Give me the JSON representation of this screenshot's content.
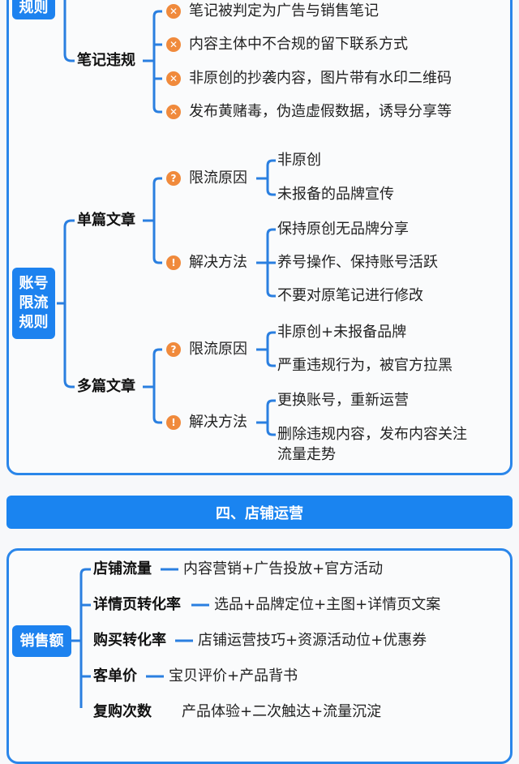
{
  "colors": {
    "accent": "#1a84f0",
    "icon": "#f08a3c"
  },
  "top_label": "规则",
  "note_violation": {
    "title": "笔记违规",
    "icon": "x-circle-icon",
    "items": [
      "笔记被判定为广告与销售笔记",
      "内容主体中不合规的留下联系方式",
      "非原创的抄袭内容，图片带有水印二维码",
      "发布黄赌毒，伪造虚假数据，诱导分享等"
    ]
  },
  "account_limit": {
    "label": "账号\n限流\n规则",
    "single": {
      "title": "单篇文章",
      "reason": {
        "label": "限流原因",
        "icon": "question-circle-icon",
        "items": [
          "非原创",
          "未报备的品牌宣传"
        ]
      },
      "solution": {
        "label": "解决方法",
        "icon": "exclamation-circle-icon",
        "items": [
          "保持原创无品牌分享",
          "养号操作、保持账号活跃",
          "不要对原笔记进行修改"
        ]
      }
    },
    "multi": {
      "title": "多篇文章",
      "reason": {
        "label": "限流原因",
        "items": [
          "非原创+未报备品牌",
          "严重违规行为，被官方拉黑"
        ]
      },
      "solution": {
        "label": "解决方法",
        "items": [
          "更换账号，重新运营",
          "删除违规内容，发布内容关注",
          "流量走势"
        ]
      }
    }
  },
  "section4": {
    "title": "四、店铺运营",
    "root": "销售额",
    "items": [
      {
        "k": "店铺流量",
        "v": "内容营销+广告投放+官方活动"
      },
      {
        "k": "详情页转化率",
        "v": "选品+品牌定位+主图+详情页文案"
      },
      {
        "k": "购买转化率",
        "v": "店铺运营技巧+资源活动位+优惠券"
      },
      {
        "k": "客单价",
        "v": "宝贝评价+产品背书"
      },
      {
        "k": "复购次数",
        "v": "产品体验+二次触达+流量沉淀"
      }
    ]
  }
}
